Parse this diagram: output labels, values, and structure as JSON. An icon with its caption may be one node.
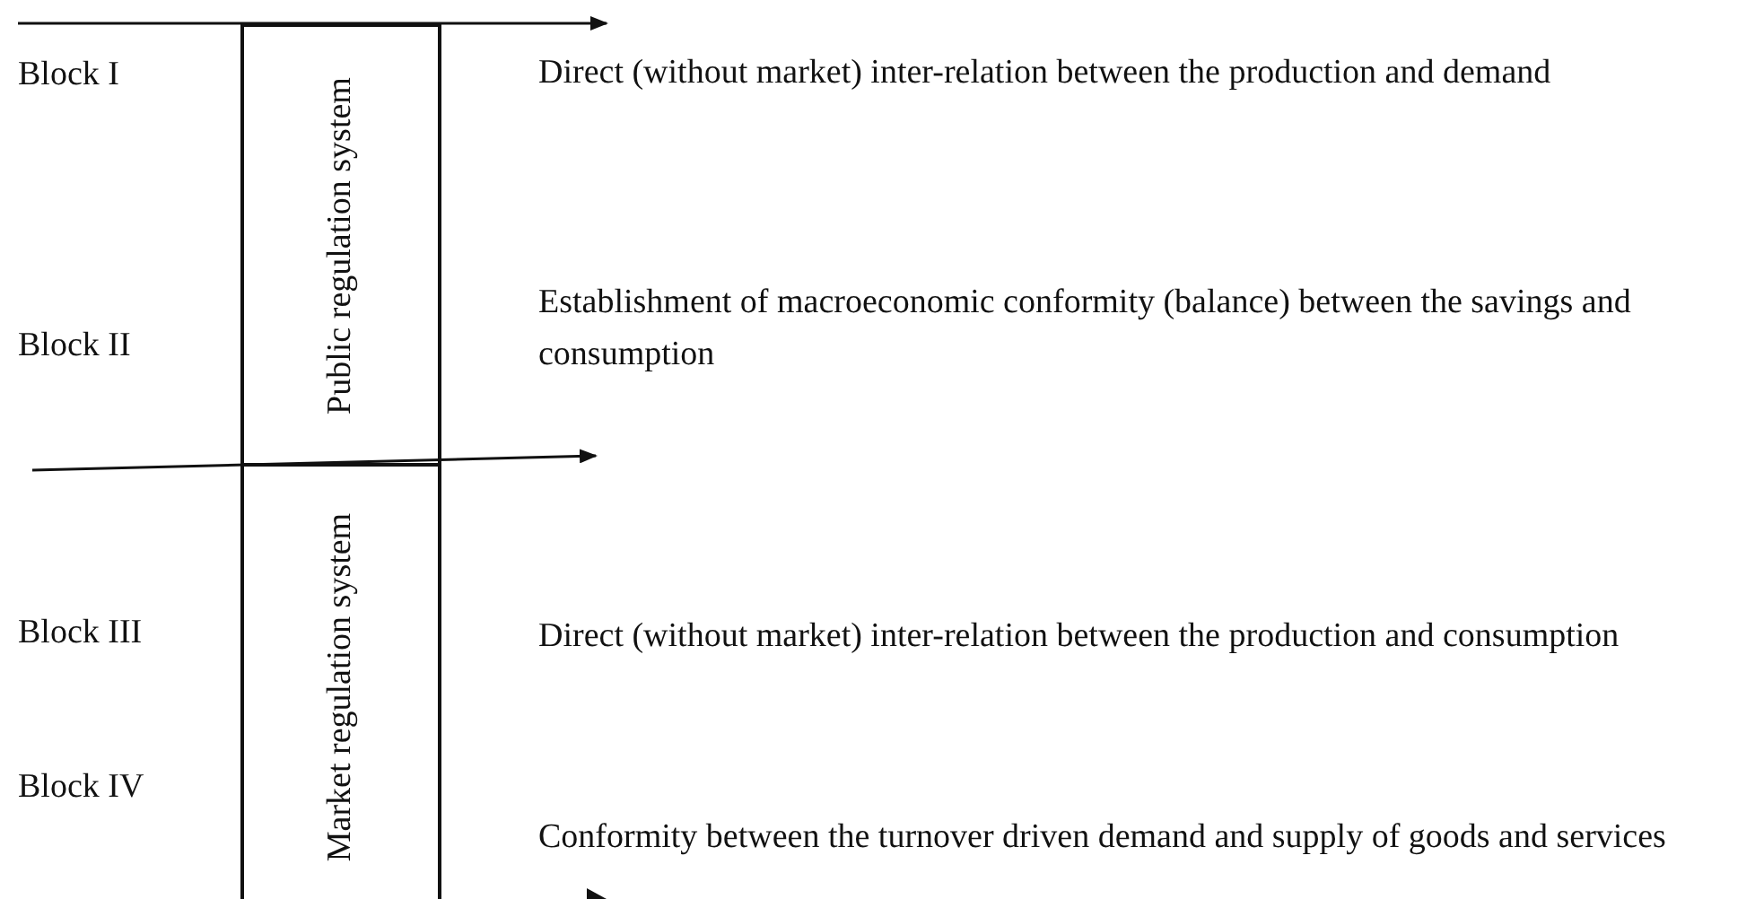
{
  "diagram": {
    "nodes": [
      {
        "text": [
          "Public regulation system"
        ]
      },
      {
        "text": [
          "Market regulation system"
        ]
      }
    ],
    "edges": [],
    "labels": [
      "Block I",
      "Direct (without market) inter-relation between the production and demand",
      "Block II",
      "Establishment of macroeconomic conformity (balance) between the savings and consumption",
      "Block III",
      "Direct (without market) inter-relation between the production and consumption",
      "Block IV",
      "Conformity between the turnover driven demand and supply of goods and services"
    ]
  }
}
